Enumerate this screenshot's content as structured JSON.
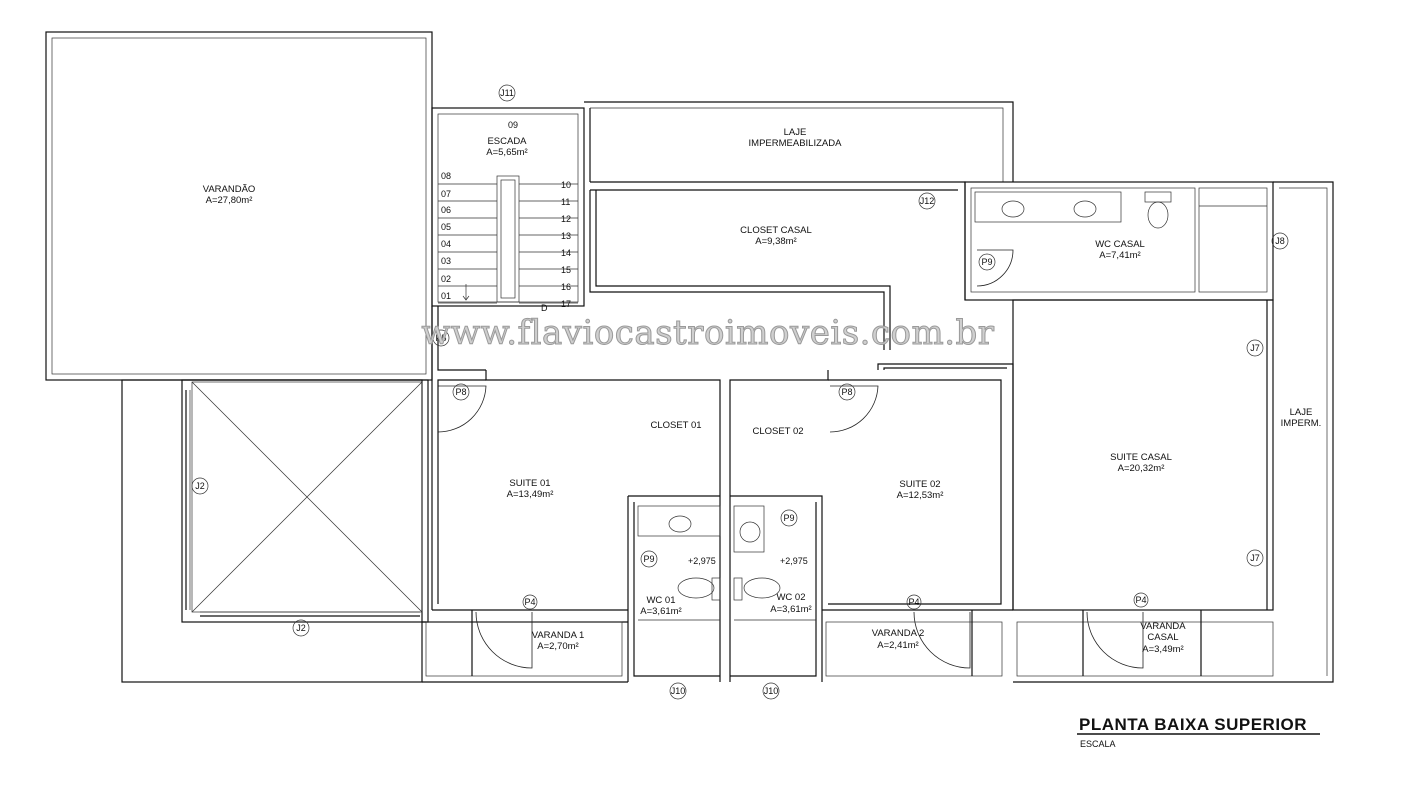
{
  "title": "PLANTA BAIXA SUPERIOR",
  "scale_label": "ESCALA",
  "watermark": "www.flaviocastroimoveis.com.br",
  "rooms": [
    {
      "id": "varandao",
      "name": "VARANDÃO",
      "area": "A=27,80m²"
    },
    {
      "id": "escada",
      "name": "ESCADA",
      "area": "A=5,65m²"
    },
    {
      "id": "laje",
      "name": "LAJE",
      "name2": "IMPERMEABILIZADA"
    },
    {
      "id": "closet-casal",
      "name": "CLOSET CASAL",
      "area": "A=9,38m²"
    },
    {
      "id": "wc-casal",
      "name": "WC CASAL",
      "area": "A=7,41m²"
    },
    {
      "id": "closet-01",
      "name": "CLOSET 01"
    },
    {
      "id": "closet-02",
      "name": "CLOSET 02"
    },
    {
      "id": "suite-01",
      "name": "SUITE 01",
      "area": "A=13,49m²"
    },
    {
      "id": "suite-02",
      "name": "SUITE 02",
      "area": "A=12,53m²"
    },
    {
      "id": "suite-casal",
      "name": "SUITE CASAL",
      "area": "A=20,32m²"
    },
    {
      "id": "wc-01",
      "name": "WC 01",
      "area": "A=3,61m²"
    },
    {
      "id": "wc-02",
      "name": "WC 02",
      "area": "A=3,61m²"
    },
    {
      "id": "varanda-1",
      "name": "VARANDA 1",
      "area": "A=2,70m²"
    },
    {
      "id": "varanda-2",
      "name": "VARANDA 2",
      "area": "A=2,41m²"
    },
    {
      "id": "varanda-casal",
      "name": "VARANDA",
      "name2": "CASAL",
      "area": "A=3,49m²"
    },
    {
      "id": "laje-imperm",
      "name": "LAJE",
      "name2": "IMPERM."
    }
  ],
  "stair_steps": [
    "01",
    "02",
    "03",
    "04",
    "05",
    "06",
    "07",
    "08",
    "09",
    "10",
    "11",
    "12",
    "13",
    "14",
    "15",
    "16",
    "17"
  ],
  "stair_direction": "D",
  "levels": [
    "+2,975",
    "+2,975"
  ],
  "tags": {
    "j11": "J11",
    "j12": "J12",
    "j8": "J8",
    "j7a": "J7",
    "j7b": "J7",
    "j2a": "J2",
    "j2b": "J2",
    "j10a": "J10",
    "j10b": "J10",
    "p5": "P5",
    "p8a": "P8",
    "p8b": "P8",
    "p9a": "P9",
    "p9b": "P9",
    "p9c": "P9",
    "p4a": "P4",
    "p4b": "P4",
    "p4c": "P4"
  }
}
